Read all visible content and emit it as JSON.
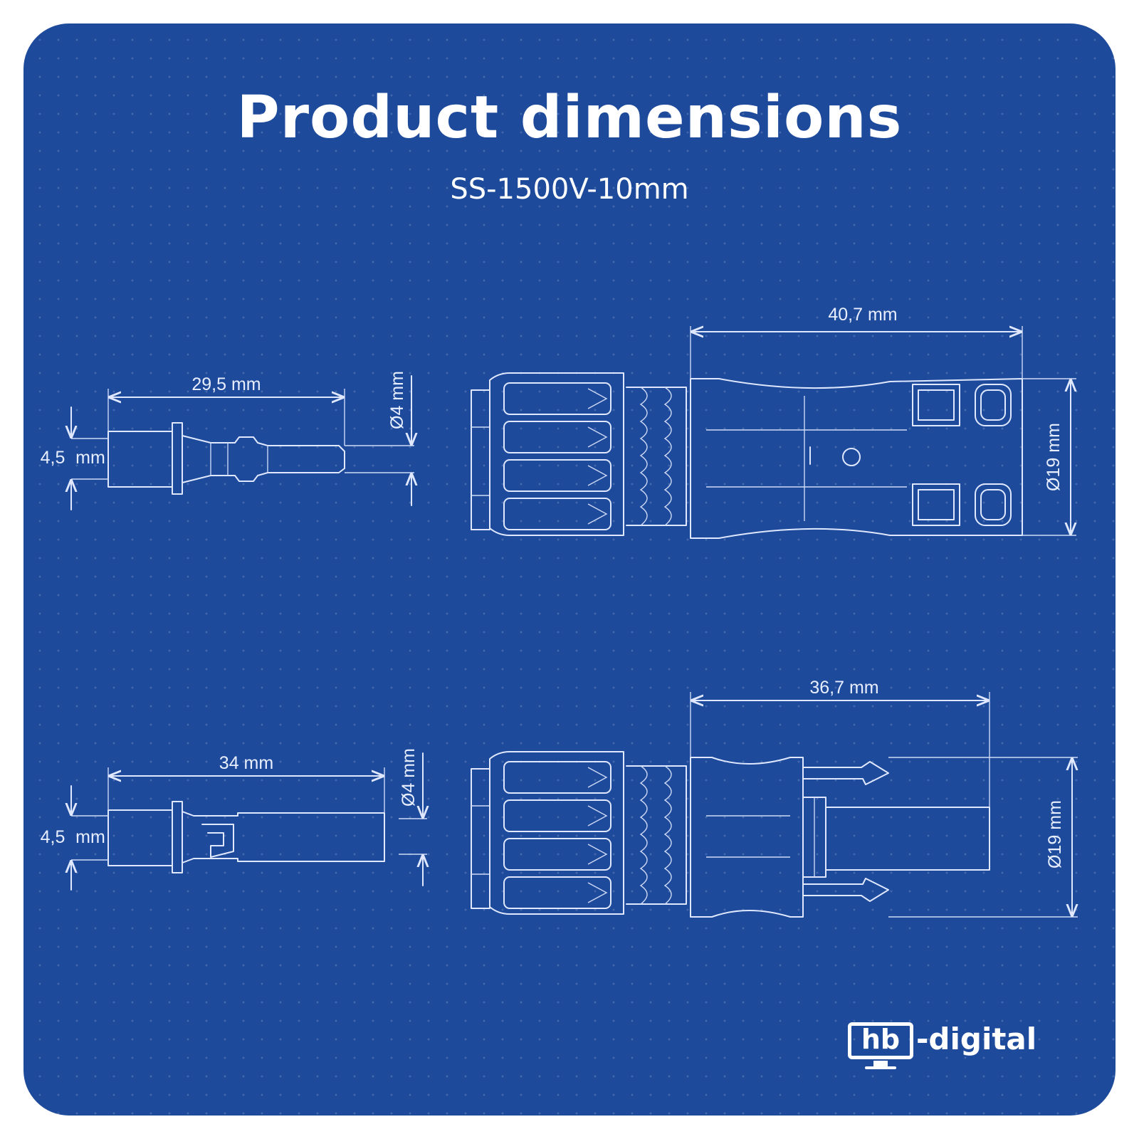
{
  "header": {
    "title": "Product dimensions",
    "subtitle": "SS-1500V-10mm"
  },
  "dimensions": {
    "top_pin_length": "29,5 mm",
    "top_pin_width_value": "4,5",
    "top_pin_width_unit": "mm",
    "top_pin_diameter": "Ø4 mm",
    "top_connector_length": "40,7 mm",
    "top_connector_diameter": "Ø19 mm",
    "bottom_pin_length": "34 mm",
    "bottom_pin_width_value": "4,5",
    "bottom_pin_width_unit": "mm",
    "bottom_pin_diameter": "Ø4 mm",
    "bottom_connector_length": "36,7 mm",
    "bottom_connector_diameter": "Ø19 mm"
  },
  "brand": {
    "mark": "hb",
    "suffix": "-digital"
  },
  "colors": {
    "background": "#1e4a9b",
    "line": "#dfe8ff",
    "text": "#ffffff"
  }
}
